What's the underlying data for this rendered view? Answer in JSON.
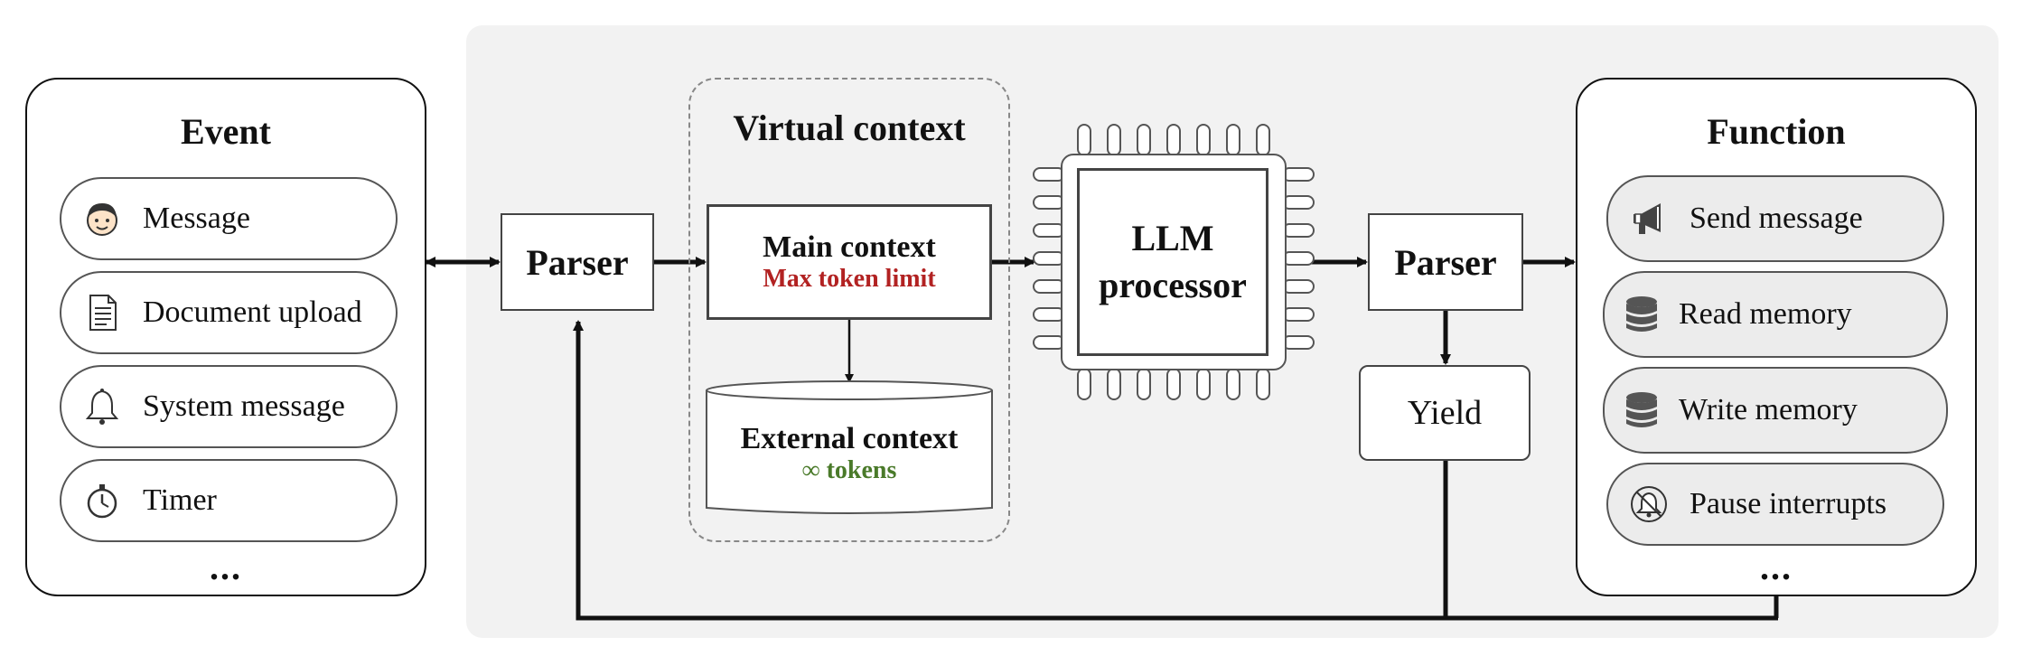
{
  "event": {
    "title": "Event",
    "items": [
      {
        "label": "Message",
        "icon": "face-icon"
      },
      {
        "label": "Document upload",
        "icon": "document-icon"
      },
      {
        "label": "System message",
        "icon": "bell-icon"
      },
      {
        "label": "Timer",
        "icon": "stopwatch-icon"
      }
    ],
    "more": "..."
  },
  "parser_in": {
    "label": "Parser"
  },
  "virtual_context": {
    "title": "Virtual context",
    "main": {
      "label": "Main context",
      "sub": "Max token limit",
      "sub_color": "#b22222"
    },
    "external": {
      "label": "External context",
      "sub": "∞ tokens",
      "sub_color": "#4a7a2a"
    }
  },
  "llm": {
    "line1": "LLM",
    "line2": "processor"
  },
  "parser_out": {
    "label": "Parser"
  },
  "yield": {
    "label": "Yield"
  },
  "function": {
    "title": "Function",
    "items": [
      {
        "label": "Send message",
        "icon": "megaphone-icon"
      },
      {
        "label": "Read memory",
        "icon": "database-icon"
      },
      {
        "label": "Write memory",
        "icon": "database-icon"
      },
      {
        "label": "Pause interrupts",
        "icon": "bell-off-icon"
      }
    ],
    "more": "..."
  }
}
